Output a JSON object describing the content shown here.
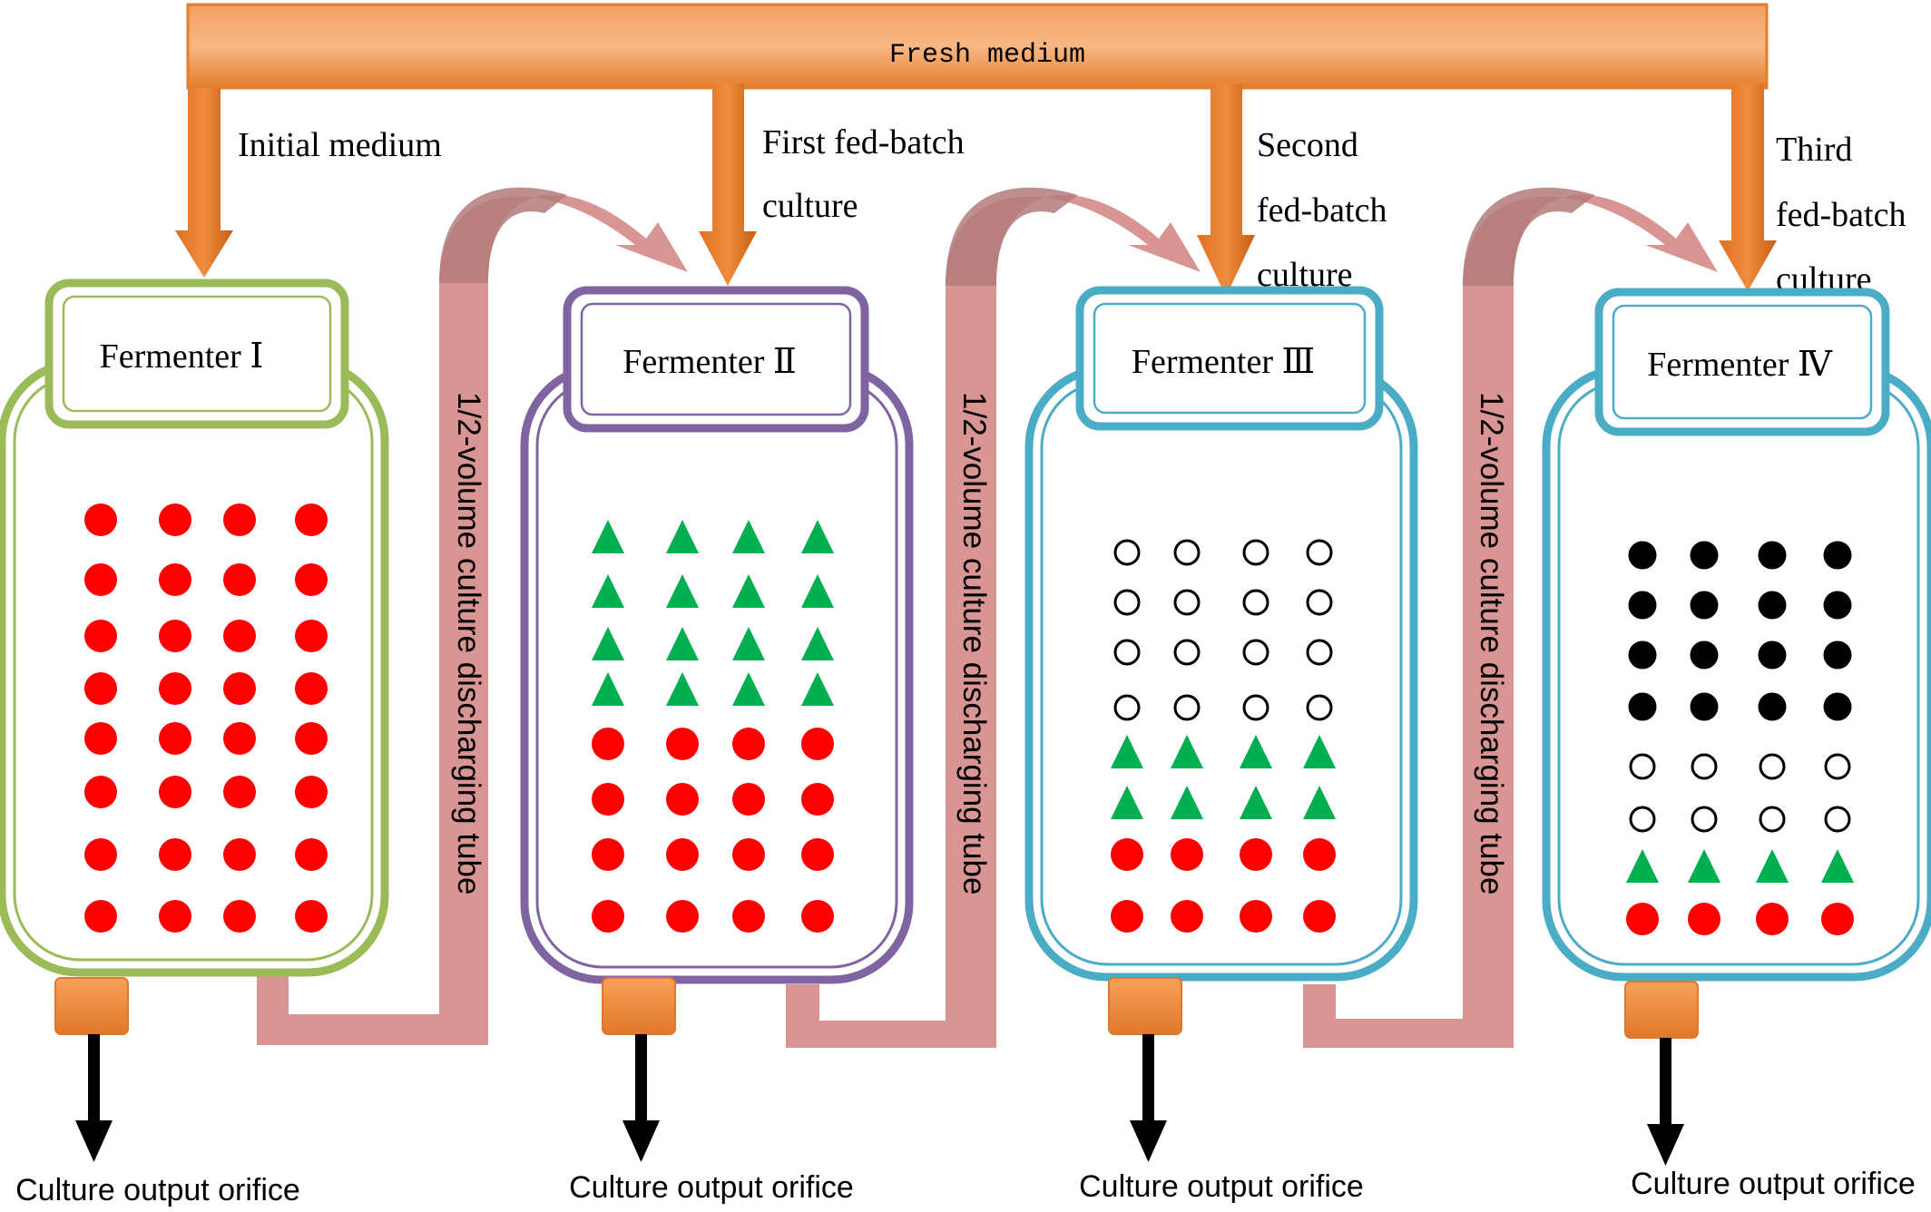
{
  "header": {
    "fresh_medium": "Fresh medium"
  },
  "feeds": [
    {
      "lines": [
        "Initial medium"
      ]
    },
    {
      "lines": [
        "First fed-batch",
        "culture"
      ]
    },
    {
      "lines": [
        "Second",
        "fed-batch",
        "culture"
      ]
    },
    {
      "lines": [
        "Third",
        "fed-batch",
        "culture"
      ]
    }
  ],
  "fermenters": [
    {
      "label": "Fermenter Ⅰ",
      "color": "#9bbb59",
      "rows": [
        "red",
        "red",
        "red",
        "red",
        "red",
        "red",
        "red",
        "red"
      ]
    },
    {
      "label": "Fermenter Ⅱ",
      "color": "#8064a2",
      "rows": [
        "green",
        "green",
        "green",
        "green",
        "red",
        "red",
        "red",
        "red"
      ]
    },
    {
      "label": "Fermenter Ⅲ",
      "color": "#4bacc6",
      "rows": [
        "open",
        "open",
        "open",
        "open",
        "green",
        "green",
        "red",
        "red"
      ]
    },
    {
      "label": "Fermenter Ⅳ",
      "color": "#4bacc6",
      "rows": [
        "black",
        "black",
        "black",
        "black",
        "open",
        "open",
        "green",
        "red"
      ]
    }
  ],
  "tube_label": "1/2-volume culture discharging tube",
  "output_label": "Culture output orifice",
  "colors": {
    "feed_orange": "#f79646",
    "feed_dark": "#c0621a",
    "tube_pink": "#d99594",
    "red_cell": "#ff0000",
    "green_cell": "#00b050",
    "black_cell": "#000000"
  },
  "symbols": {
    "red": "red-filled-circle",
    "green": "green-triangle",
    "open": "open-circle",
    "black": "black-filled-circle"
  }
}
